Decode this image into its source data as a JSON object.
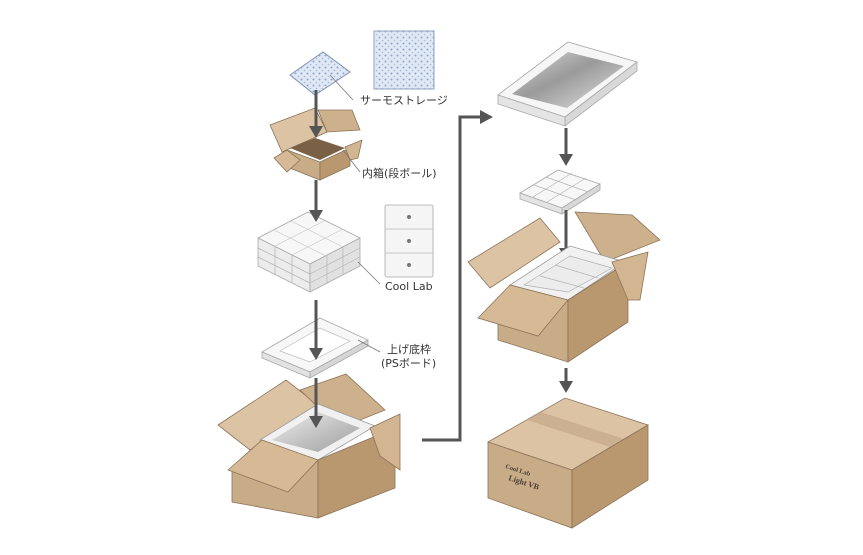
{
  "labels": {
    "thermo_storage": "サーモストレージ",
    "inner_box": "内箱(段ボール)",
    "cool_lab": "Cool Lab",
    "raised_frame_line1": "上げ底枠",
    "raised_frame_line2": "(PSボード)"
  },
  "box_print": {
    "brand": "Cool Lab",
    "model": "Light VB"
  },
  "colors": {
    "cardboard_top": "#dcc3a4",
    "cardboard_left": "#c8ab87",
    "cardboard_right": "#b9986f",
    "arrow": "#555555",
    "thermo_sheet": "#a9c4e4",
    "foam": "#f4f4f4"
  }
}
